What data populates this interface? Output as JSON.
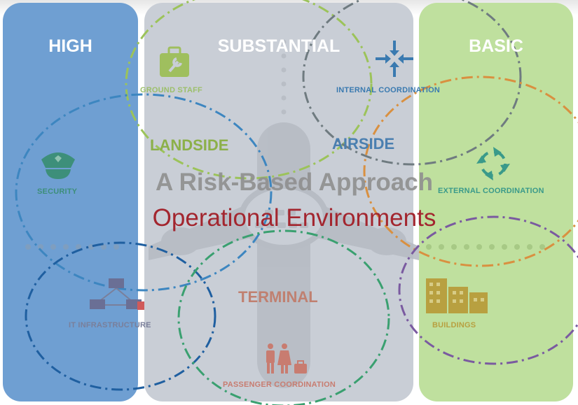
{
  "tiers": {
    "high": "HIGH",
    "substantial": "SUBSTANTIAL",
    "basic": "BASIC"
  },
  "title": "A Risk-Based Approach",
  "subtitle": "Operational Environments",
  "zones": {
    "landside": "LANDSIDE",
    "airside": "AIRSIDE",
    "terminal": "TERMINAL"
  },
  "items": {
    "ground_staff": "GROUND STAFF",
    "internal_coordination": "INTERNAL COORDINATION",
    "security": "SECURITY",
    "external_coordination": "EXTERNAL COORDINATION",
    "it_infrastructure": "IT INFRASTRUCTURE",
    "buildings": "BUILDINGS",
    "passenger_coordination": "PASSENGER COORDINATION"
  },
  "colors": {
    "high_panel": "#6f9fd2",
    "substantial_panel": "#c9ced6",
    "basic_panel": "#bfe09e",
    "subtitle": "#a3262f",
    "landside": "#8cb04a",
    "airside": "#4a7fb0",
    "terminal": "#c08070"
  },
  "icons": [
    "toolbox-icon",
    "compress-arrows-icon",
    "police-cap-icon",
    "recycle-arrows-icon",
    "network-computers-icon",
    "buildings-icon",
    "passengers-luggage-icon",
    "airplane-silhouette"
  ]
}
